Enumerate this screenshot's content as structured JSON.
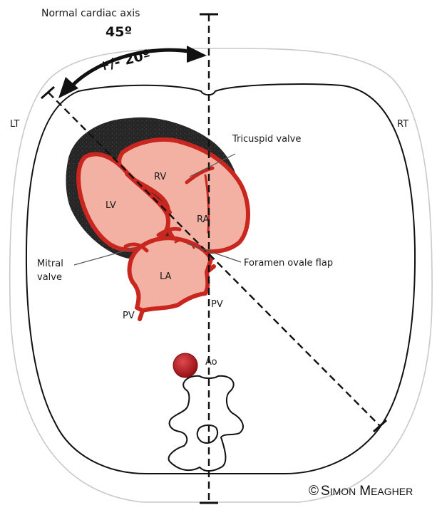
{
  "diagram": {
    "title": "Normal cardiac axis",
    "angle_label": "45º",
    "range_label": "+/- 20º",
    "side_left": "LT",
    "side_right": "RT",
    "labels": {
      "rv": "RV",
      "ra": "RA",
      "lv": "LV",
      "la": "LA",
      "pv_left": "PV",
      "pv_right": "PV",
      "ao": "Ao",
      "tricuspid": "Tricuspid valve",
      "foramen": "Foramen ovale flap",
      "mitral_line1": "Mitral",
      "mitral_line2": "valve"
    },
    "copyright": {
      "symbol": "©",
      "s_initial": "S",
      "s_rest": "IMON",
      "m_initial": "M",
      "m_rest": "EAGHER"
    },
    "colors": {
      "chamber_fill": "#f2b1a2",
      "chamber_wall": "#c8261e",
      "pericardium": "#2b2b2b",
      "aorta": "#b8141a",
      "outline": "#111111"
    }
  }
}
